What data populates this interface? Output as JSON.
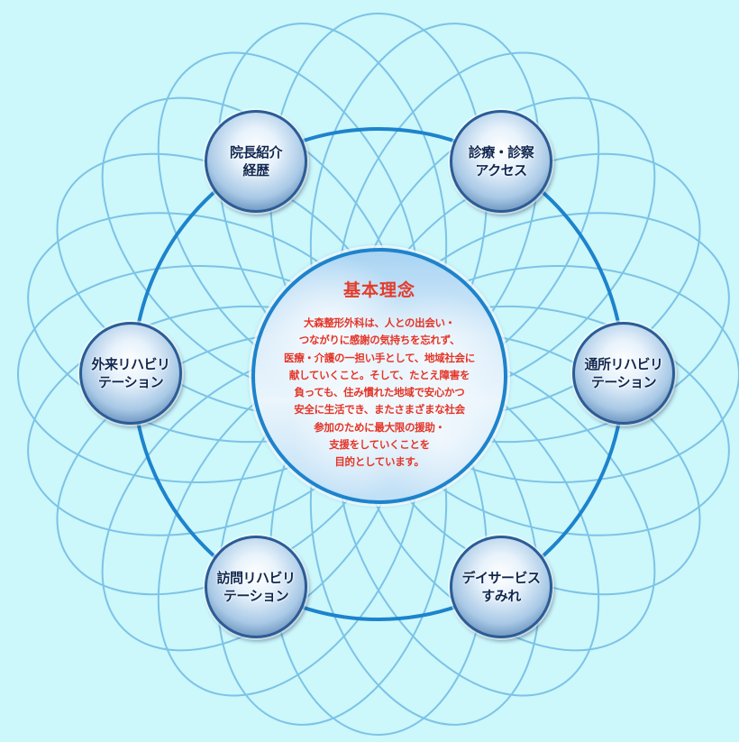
{
  "colors": {
    "background": "#ccf7fb",
    "pattern_line": "#7cc3e6",
    "ring": "#1d83cc",
    "bubble_text": "#0f2750",
    "philosophy_text": "#e53427"
  },
  "nav": {
    "director": {
      "line1": "院長紹介",
      "line2": "経歴"
    },
    "access": {
      "line1": "診療・診察",
      "line2": "アクセス"
    },
    "outpatient_rehab": {
      "line1": "外来リハビリ",
      "line2": "テーション"
    },
    "day_care_rehab": {
      "line1": "通所リハビリ",
      "line2": "テーション"
    },
    "visiting_rehab": {
      "line1": "訪問リハビリ",
      "line2": "テーション"
    },
    "day_service": {
      "line1": "デイサービス",
      "line2": "すみれ"
    }
  },
  "philosophy": {
    "title": "基本理念",
    "lines": [
      "大森整形外科は、人との出会い・",
      "つながりに感謝の気持ちを忘れず、",
      "医療・介護の一担い手として、地域社会に",
      "献していくこと。そして、たとえ障害を",
      "負っても、住み慣れた地域で安心かつ",
      "安全に生活でき、またさまざまな社会",
      "参加のために最大限の援助・",
      "支援をしていくことを",
      "目的としています。"
    ]
  }
}
